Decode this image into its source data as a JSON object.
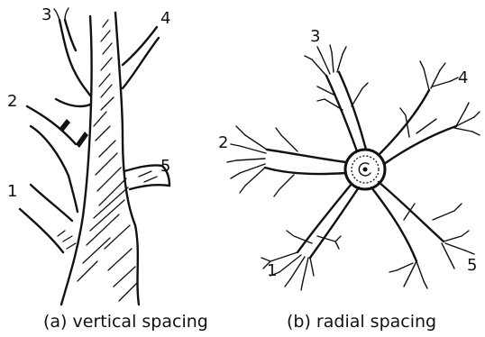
{
  "figure_a": {
    "caption": "(a) vertical spacing",
    "branch_labels": [
      "1",
      "2",
      "3",
      "4",
      "5"
    ]
  },
  "figure_b": {
    "caption": "(b) radial spacing",
    "branch_labels": [
      "1",
      "2",
      "3",
      "4",
      "5"
    ]
  }
}
